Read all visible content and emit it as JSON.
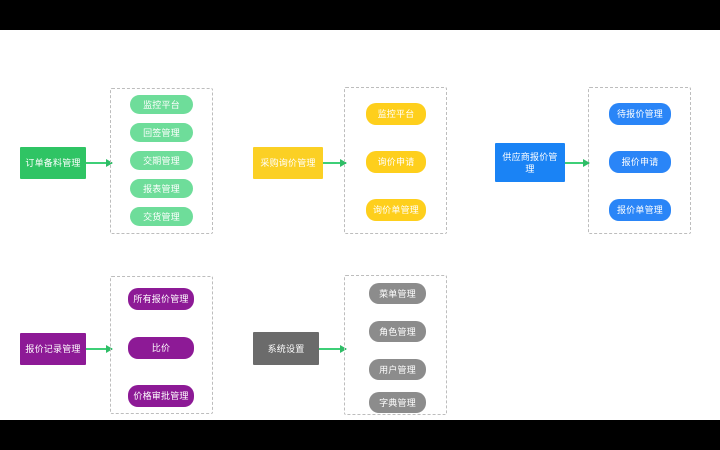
{
  "diagram": {
    "background": "#ffffff",
    "letterbox_color": "#000000",
    "arrow_color": "#3ecf77",
    "group_border_color": "#bdbdbd",
    "branches": [
      {
        "id": "order-prep",
        "root_label": "订单备料管理",
        "root_color": "#2fc464",
        "pill_color": "#6edd9a",
        "items": [
          {
            "label": "监控平台"
          },
          {
            "label": "回签管理"
          },
          {
            "label": "交期管理"
          },
          {
            "label": "报表管理"
          },
          {
            "label": "交货管理"
          }
        ]
      },
      {
        "id": "purchase-inquiry",
        "root_label": "采购询价管理",
        "root_color": "#fbd024",
        "pill_color": "#fecf1c",
        "items": [
          {
            "label": "监控平台"
          },
          {
            "label": "询价申请"
          },
          {
            "label": "询价单管理"
          }
        ]
      },
      {
        "id": "supplier-quote",
        "root_label": "供应商报价管理",
        "root_color": "#1a83f5",
        "pill_color": "#2a85f7",
        "items": [
          {
            "label": "待报价管理"
          },
          {
            "label": "报价申请"
          },
          {
            "label": "报价单管理"
          }
        ]
      },
      {
        "id": "quote-record",
        "root_label": "报价记录管理",
        "root_color": "#8d1a96",
        "pill_color": "#8d1a96",
        "items": [
          {
            "label": "所有报价管理"
          },
          {
            "label": "比价"
          },
          {
            "label": "价格审批管理"
          }
        ]
      },
      {
        "id": "system-settings",
        "root_label": "系统设置",
        "root_color": "#6b6b6b",
        "pill_color": "#8c8c8c",
        "items": [
          {
            "label": "菜单管理"
          },
          {
            "label": "角色管理"
          },
          {
            "label": "用户管理"
          },
          {
            "label": "字典管理"
          }
        ]
      }
    ]
  }
}
